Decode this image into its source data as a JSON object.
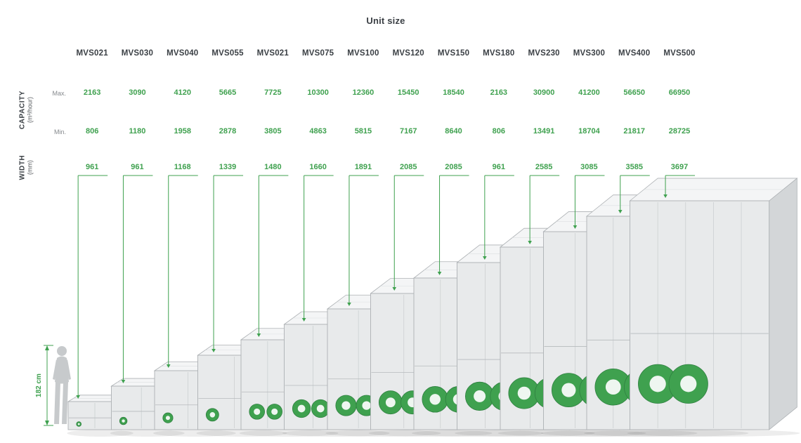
{
  "title": "Unit size",
  "models": [
    "MVS021",
    "MVS030",
    "MVS040",
    "MVS055",
    "MVS021",
    "MVS075",
    "MVS100",
    "MVS120",
    "MVS150",
    "MVS180",
    "MVS230",
    "MVS300",
    "MVS400",
    "MVS500"
  ],
  "capacity": {
    "label": "CAPACITY",
    "unit": "(m³/hour)",
    "max_label": "Max.",
    "min_label": "Min.",
    "max": [
      "2163",
      "3090",
      "4120",
      "5665",
      "7725",
      "10300",
      "12360",
      "15450",
      "18540",
      "2163",
      "30900",
      "41200",
      "56650",
      "66950"
    ],
    "min": [
      "806",
      "1180",
      "1958",
      "2878",
      "3805",
      "4863",
      "5815",
      "7167",
      "8640",
      "806",
      "13491",
      "18704",
      "21817",
      "28725"
    ]
  },
  "width": {
    "label": "WIDTH",
    "unit": "(mm)",
    "values": [
      "961",
      "961",
      "1168",
      "1339",
      "1480",
      "1660",
      "1891",
      "2085",
      "2085",
      "961",
      "2585",
      "3085",
      "3585",
      "3697"
    ]
  },
  "scale_reference": {
    "person_height": "182 cm"
  },
  "colors": {
    "accent_green": "#3fa14f",
    "accent_green_dark": "#2f8040",
    "text_dark": "#3a3f44",
    "text_gray": "#85898d",
    "unit_front": "#e8eaeb",
    "unit_top": "#f4f5f6",
    "unit_side": "#d3d6d8",
    "unit_stroke": "#adb1b4",
    "silhouette": "#c7cacc"
  },
  "chart_data": {
    "type": "table",
    "title": "Unit size",
    "categories": [
      "MVS021",
      "MVS030",
      "MVS040",
      "MVS055",
      "MVS021",
      "MVS075",
      "MVS100",
      "MVS120",
      "MVS150",
      "MVS180",
      "MVS230",
      "MVS300",
      "MVS400",
      "MVS500"
    ],
    "series": [
      {
        "name": "Capacity Max (m³/hour)",
        "values": [
          2163,
          3090,
          4120,
          5665,
          7725,
          10300,
          12360,
          15450,
          18540,
          2163,
          30900,
          41200,
          56650,
          66950
        ]
      },
      {
        "name": "Capacity Min (m³/hour)",
        "values": [
          806,
          1180,
          1958,
          2878,
          3805,
          4863,
          5815,
          7167,
          8640,
          806,
          13491,
          18704,
          21817,
          28725
        ]
      },
      {
        "name": "Width (mm)",
        "values": [
          961,
          961,
          1168,
          1339,
          1480,
          1660,
          1891,
          2085,
          2085,
          961,
          2585,
          3085,
          3585,
          3697
        ]
      }
    ],
    "annotations": [
      "182 cm human silhouette shown for scale beside row of progressively larger air handling units"
    ],
    "legend_position": "none",
    "grid": false
  }
}
